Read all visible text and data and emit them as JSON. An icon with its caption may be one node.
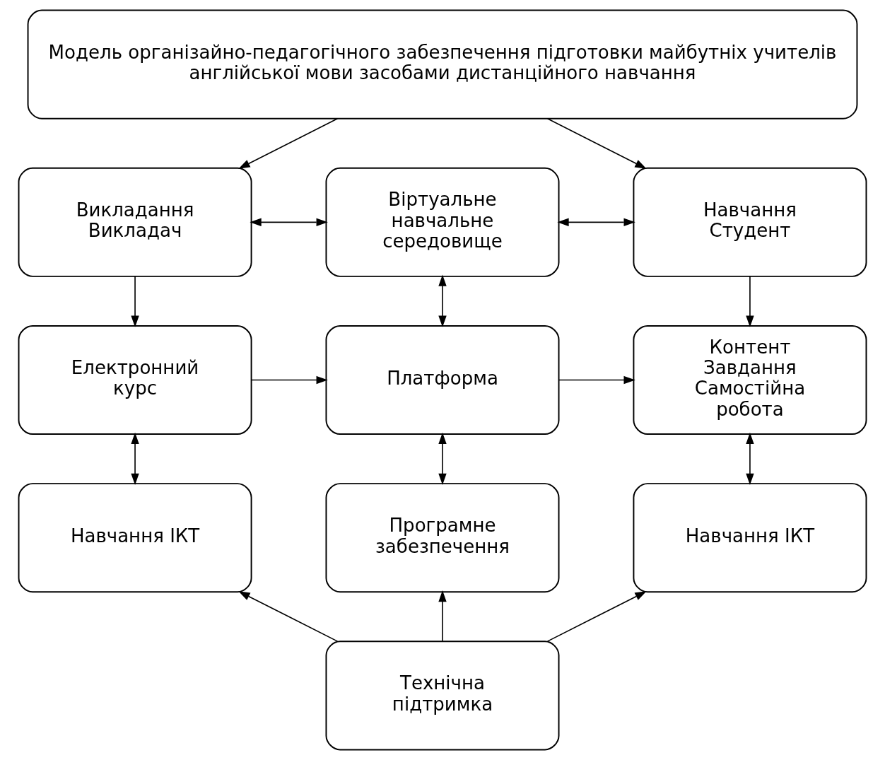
{
  "diagram": {
    "nodes": [
      {
        "text": [
          "Модель організайно-педагогічного забезпечення підготовки майбутніх учителів англійської мови засобами дистанційного навчання"
        ]
      },
      {
        "text": [
          "Викладання",
          "Викладач"
        ]
      },
      {
        "text": [
          "Віртуальне навчальне середовище"
        ]
      },
      {
        "text": [
          "Навчання",
          "Студент"
        ]
      },
      {
        "text": [
          "Електронний курс"
        ]
      },
      {
        "text": [
          "Платформа"
        ]
      },
      {
        "text": [
          "Контент",
          "Завдання",
          "Самостійна робота"
        ]
      },
      {
        "text": [
          "Навчання ІКТ"
        ]
      },
      {
        "text": [
          "Програмне забезпечення"
        ]
      },
      {
        "text": [
          "Навчання ІКТ"
        ]
      },
      {
        "text": [
          "Технічна підтримка"
        ]
      }
    ],
    "edges": [
      {
        "from": 0,
        "to": 1,
        "arrow": "to"
      },
      {
        "from": 0,
        "to": 3,
        "arrow": "to"
      },
      {
        "from": 1,
        "to": 2,
        "arrow": "both"
      },
      {
        "from": 2,
        "to": 3,
        "arrow": "both"
      },
      {
        "from": 1,
        "to": 4,
        "arrow": "to"
      },
      {
        "from": 2,
        "to": 5,
        "arrow": "both"
      },
      {
        "from": 3,
        "to": 6,
        "arrow": "to"
      },
      {
        "from": 4,
        "to": 5,
        "arrow": "to"
      },
      {
        "from": 5,
        "to": 6,
        "arrow": "to"
      },
      {
        "from": 4,
        "to": 7,
        "arrow": "both"
      },
      {
        "from": 5,
        "to": 8,
        "arrow": "both"
      },
      {
        "from": 6,
        "to": 9,
        "arrow": "both"
      },
      {
        "from": 10,
        "to": 7,
        "arrow": "to"
      },
      {
        "from": 10,
        "to": 8,
        "arrow": "to"
      },
      {
        "from": 10,
        "to": 9,
        "arrow": "to"
      }
    ]
  }
}
